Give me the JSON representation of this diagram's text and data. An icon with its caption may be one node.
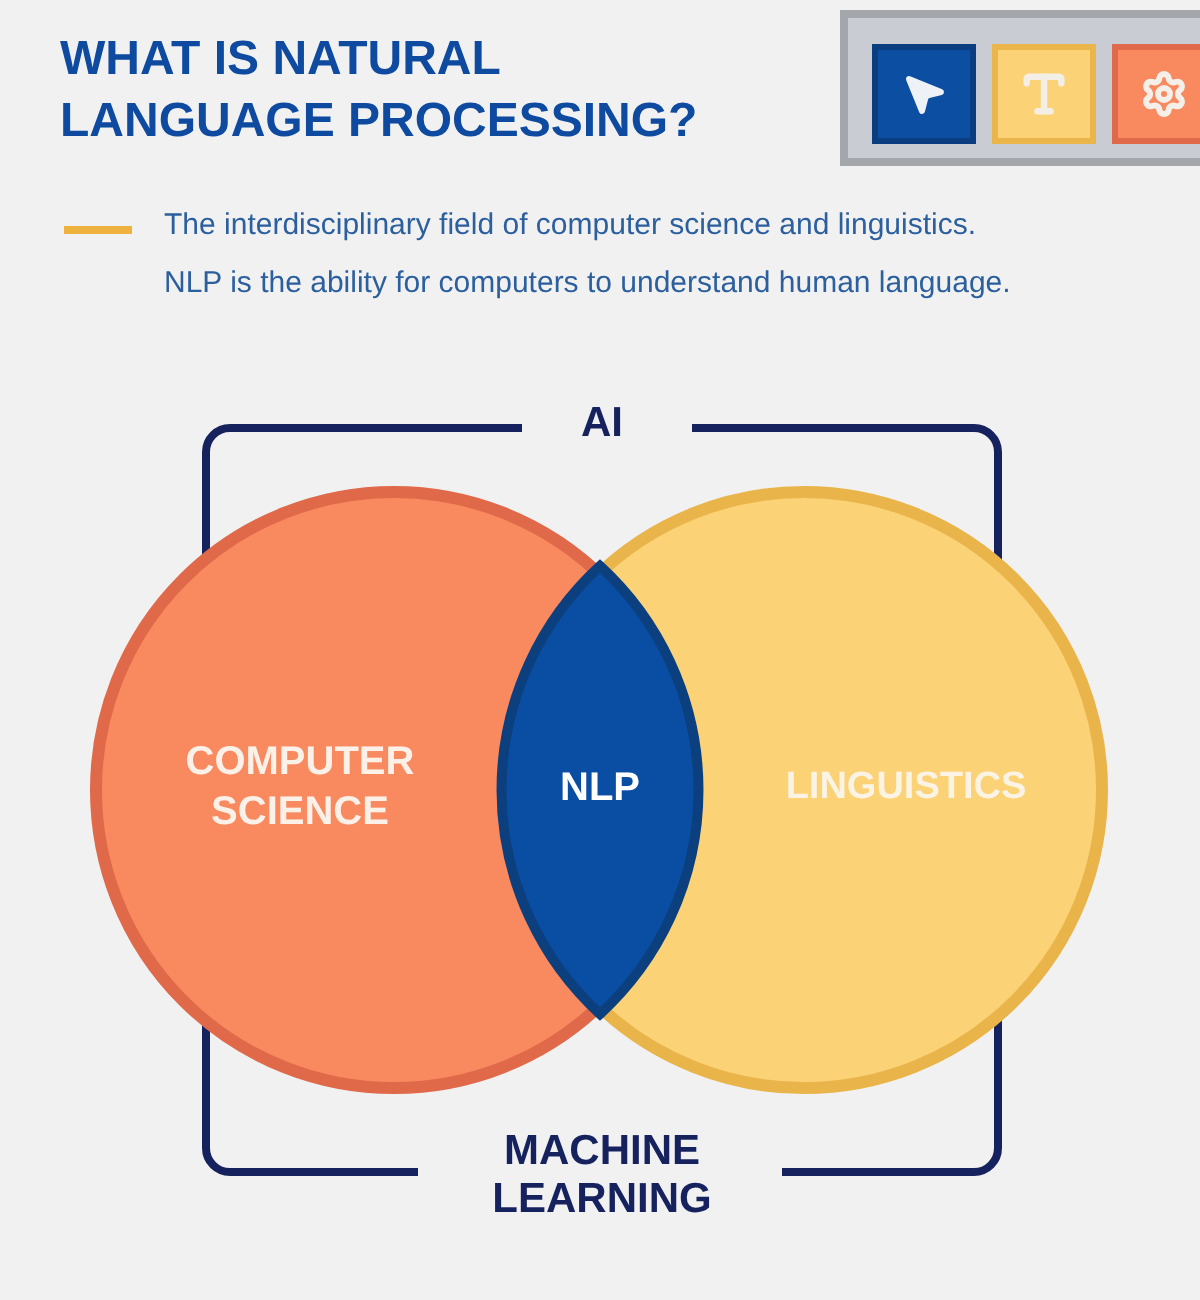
{
  "diagram": {
    "title": "WHAT IS NATURAL LANGUAGE PROCESSING?",
    "nodes": [
      {
        "text": [
          "AI",
          "MACHINE LEARNING"
        ]
      },
      {
        "text": [
          "COMPUTER SCIENCE"
        ]
      },
      {
        "text": [
          "NLP"
        ]
      },
      {
        "text": [
          "LINGUISTICS"
        ]
      }
    ],
    "labels": [
      "The interdisciplinary field of computer science and linguistics.",
      "NLP is the ability for computers to understand human language."
    ]
  }
}
